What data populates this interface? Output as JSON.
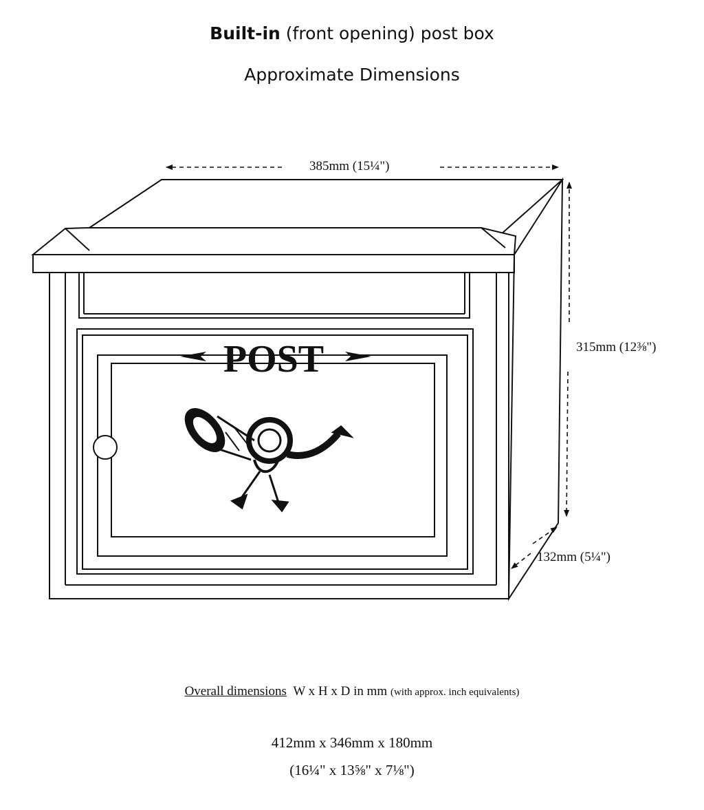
{
  "header": {
    "title_bold": "Built-in",
    "title_rest": " (front opening) post box",
    "subtitle": "Approximate Dimensions"
  },
  "diagram": {
    "front_label": "POST",
    "width_label": "385mm (15¼\")",
    "height_label": "315mm (12⅜\")",
    "depth_label": "132mm (5¼\")"
  },
  "footer": {
    "overall_label": "Overall dimensions",
    "overall_axes": "W x H x D in mm",
    "overall_note": "(with approx. inch equivalents)",
    "mm_line": "412mm x 346mm x 180mm",
    "inch_line": "(16¼\" x 13⅝\" x 7⅛\")"
  }
}
